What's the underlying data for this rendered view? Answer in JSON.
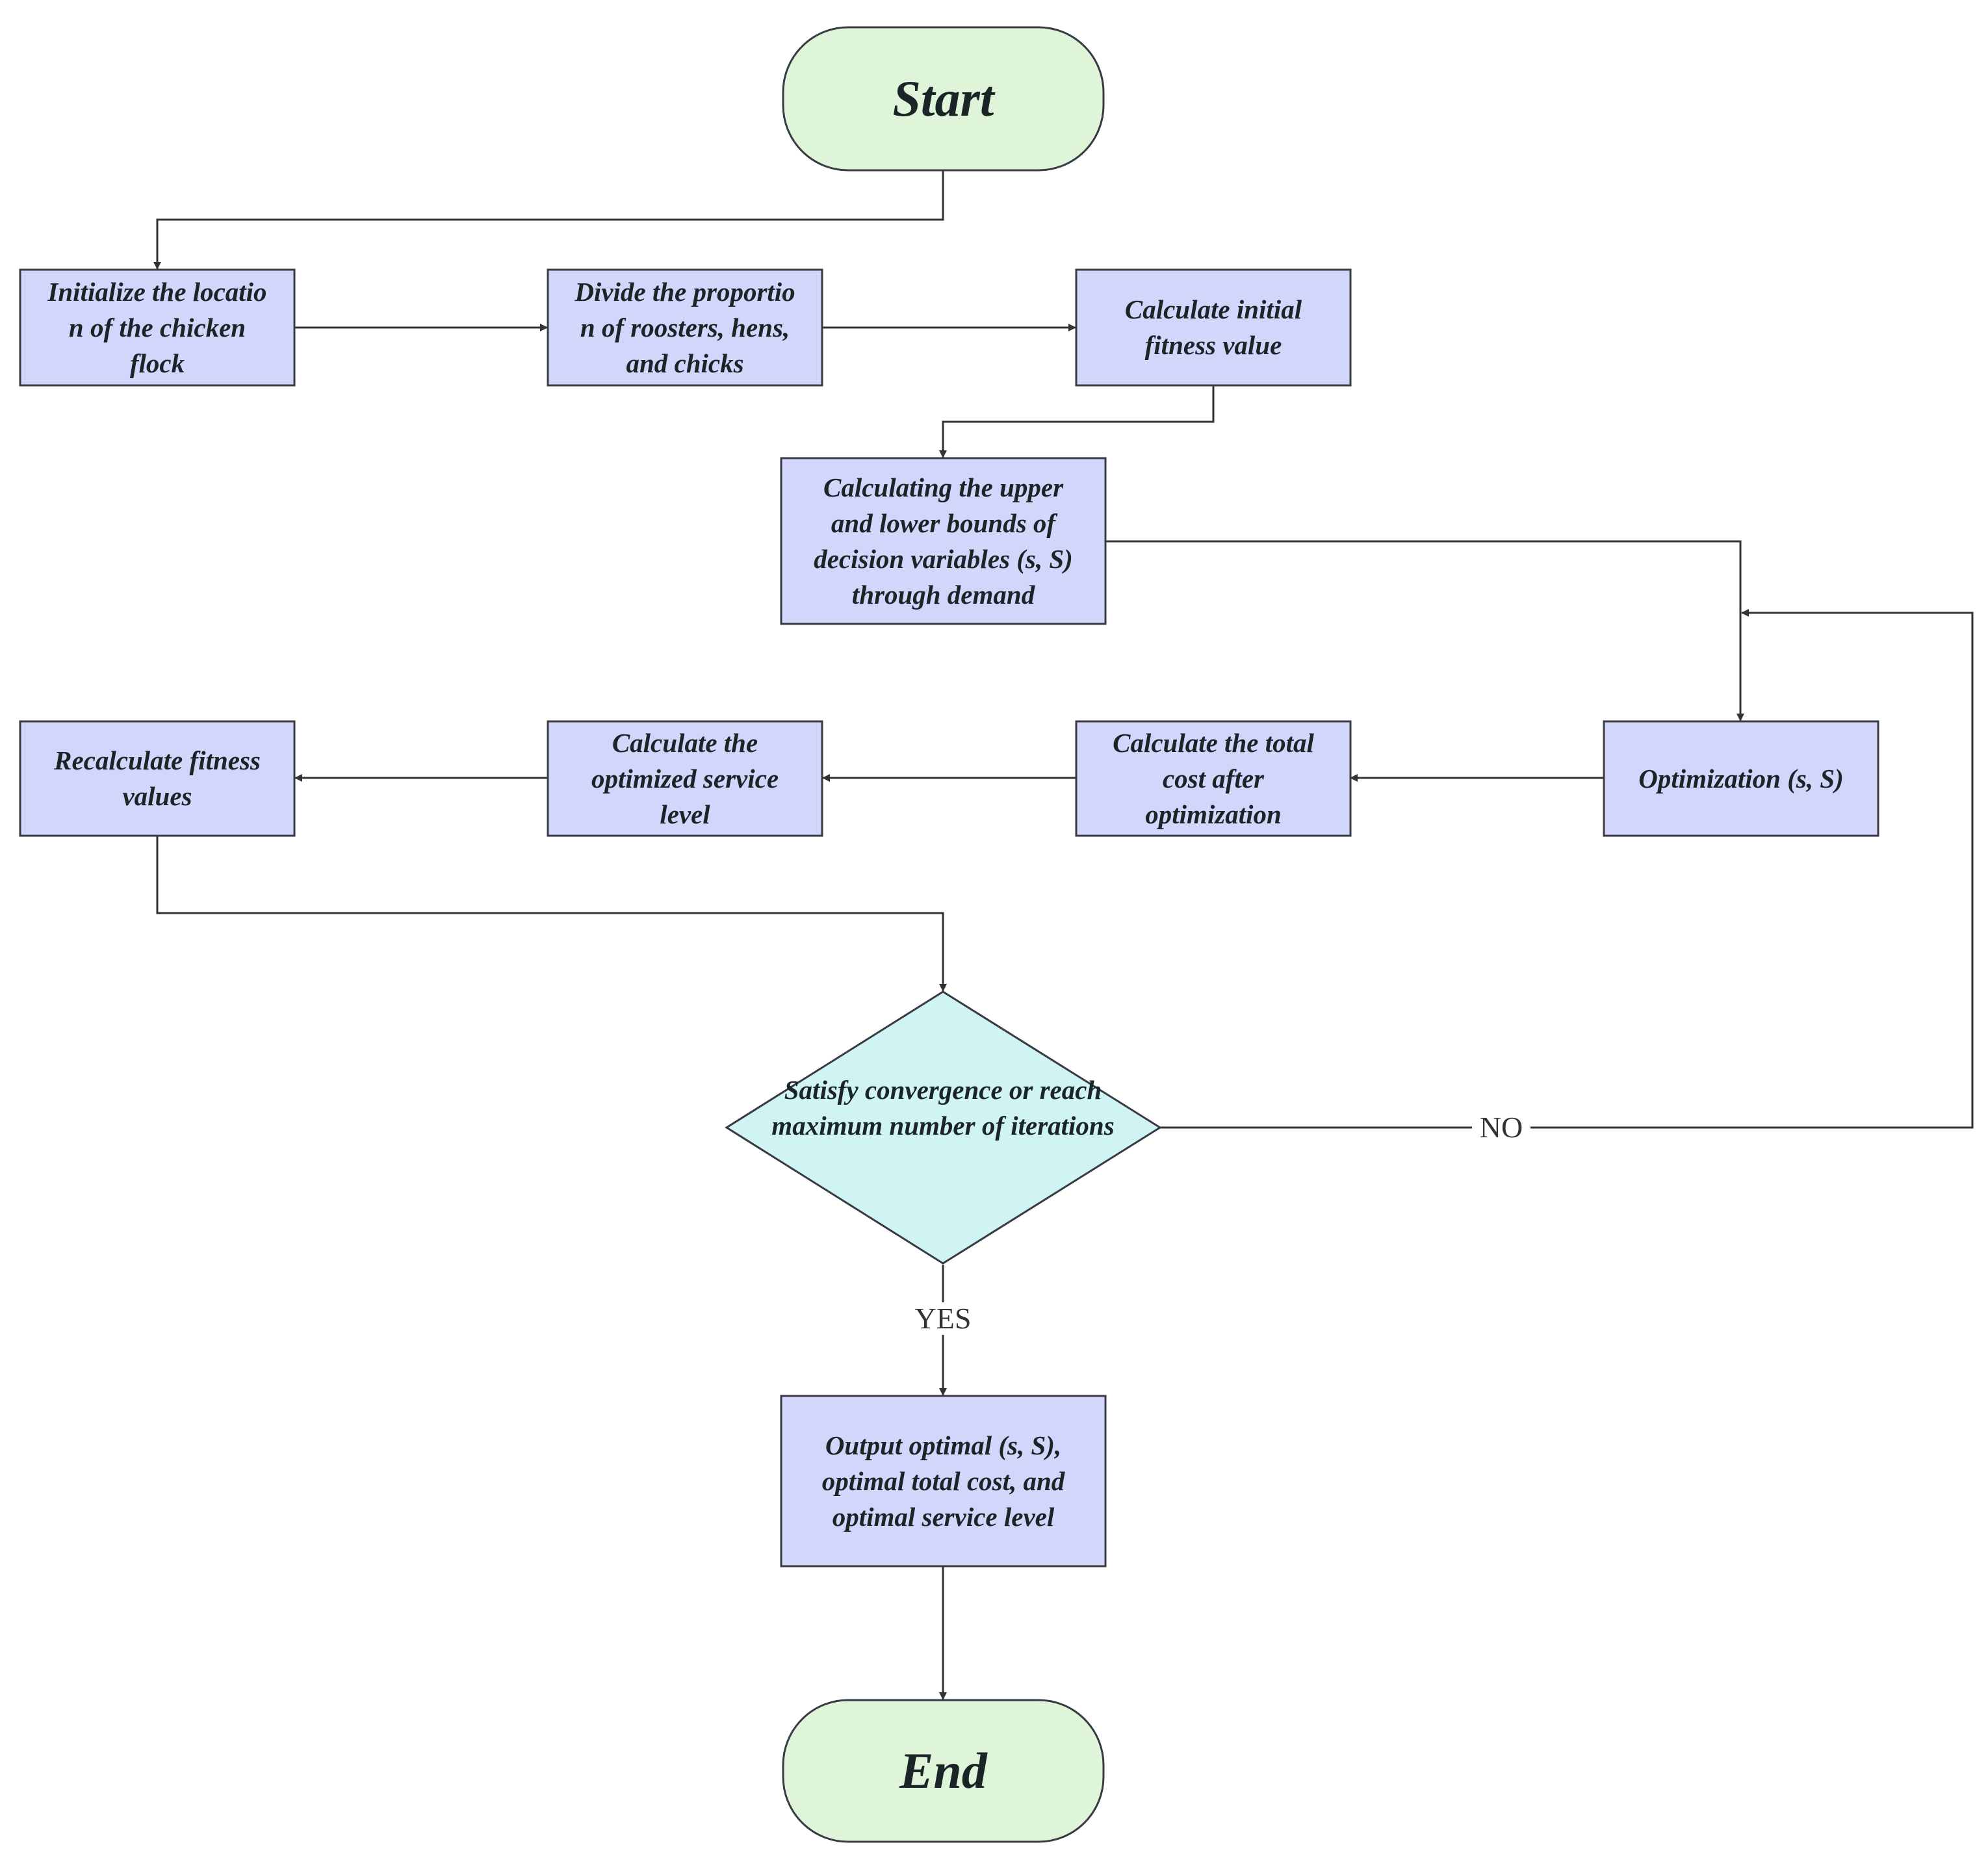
{
  "nodes": {
    "start": "Start",
    "init_location": "Initialize the locatio\nn of the chicken\nflock",
    "divide_proportion": "Divide the proportio\nn of roosters, hens,\nand chicks",
    "initial_fitness": "Calculate initial\nfitness value",
    "bounds": "Calculating the upper\nand lower bounds of\ndecision variables (s, S)\nthrough demand",
    "optimization": "Optimization (s, S)",
    "total_cost": "Calculate the total\ncost after\noptimization",
    "service_level": "Calculate the\noptimized service\nlevel",
    "recalculate_fitness": "Recalculate fitness\nvalues",
    "convergence": "Satisfy convergence or reach\nmaximum number of iterations",
    "output": "Output optimal (s, S),\noptimal total cost, and\noptimal service level",
    "end": "End"
  },
  "edge_labels": {
    "no": "NO",
    "yes": "YES"
  },
  "colors": {
    "process_fill": "#d3d6fb",
    "terminal_fill": "#dff5d9",
    "decision_fill": "#d0f3f3",
    "line": "#333333"
  }
}
